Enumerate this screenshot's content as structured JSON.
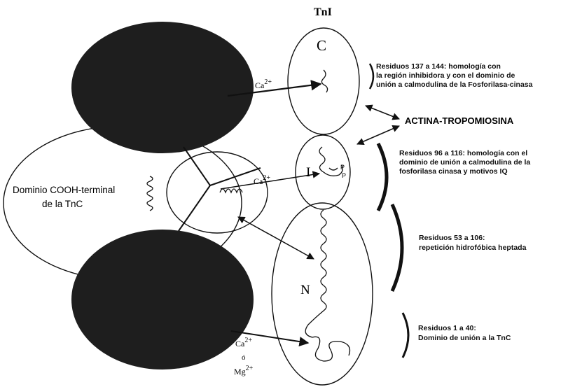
{
  "title": "TnI",
  "segments": {
    "c": "C",
    "i": "I",
    "n": "N"
  },
  "phospho": {
    "p1": "P",
    "p2": "P"
  },
  "cooh_domain": {
    "line1": "Dominio COOH-terminal",
    "line2": "de la TnC"
  },
  "actin": "ACTINA-TROPOMIOSINA",
  "ion_labels": {
    "ca_top": "Ca",
    "ca_mid": "Ca",
    "ca_bottom": "Ca",
    "or_word": "ó",
    "mg": "Mg",
    "charge": "2+"
  },
  "annotations": {
    "res137": [
      "Residuos 137 a 144: homología con",
      "la región inhibidora y con el dominio de",
      "unión a calmodulina de la Fosforilasa-cinasa"
    ],
    "res96": [
      "Residuos 96 a 116: homología con el",
      "dominio de unión a calmodulina de la",
      "fosforilasa cinasa y motivos IQ"
    ],
    "res53": [
      "Residuos 53 a 106:",
      "repetición hidrofóbica heptada"
    ],
    "res1": [
      "Residuos 1 a 40:",
      "Dominio de unión a la TnC"
    ]
  },
  "colors": {
    "lobe_fill": "#1e1e1e",
    "line": "#111111",
    "background": "#ffffff"
  }
}
